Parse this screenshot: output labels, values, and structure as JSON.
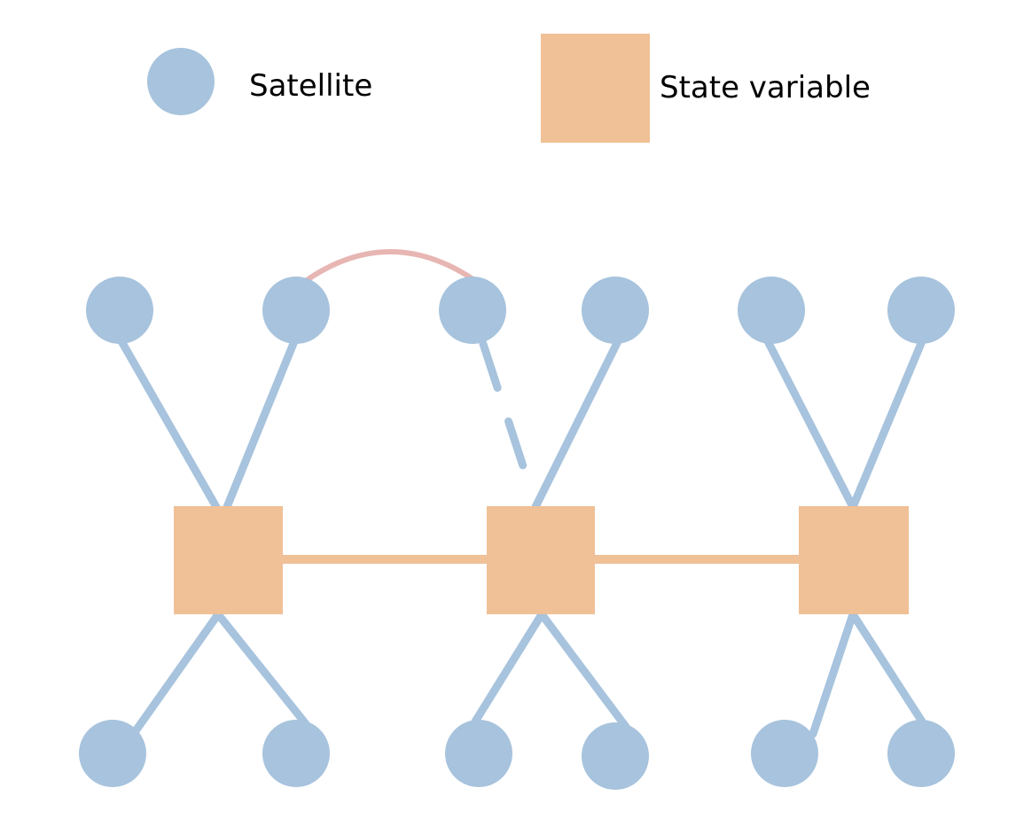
{
  "legend": {
    "satellite_label": "Satellite",
    "state_variable_label": "State variable"
  },
  "colors": {
    "satellite": "#a7c3dd",
    "state_variable": "#f0c096",
    "satellite_link": "#a7c3dd",
    "state_link": "#f0c096",
    "inter_satellite_arc": "#e7b6b3",
    "background": "#ffffff"
  },
  "diagram": {
    "state_variables": [
      "state-1",
      "state-2",
      "state-3"
    ],
    "satellite_count": 12,
    "state_chain": [
      [
        "state-1",
        "state-2"
      ],
      [
        "state-2",
        "state-3"
      ]
    ],
    "satellite_links": [
      {
        "satellite": "sat-top-1",
        "state": "state-1",
        "style": "solid"
      },
      {
        "satellite": "sat-top-2",
        "state": "state-1",
        "style": "solid"
      },
      {
        "satellite": "sat-top-3",
        "state": "state-2",
        "style": "dashed"
      },
      {
        "satellite": "sat-top-4",
        "state": "state-2",
        "style": "solid"
      },
      {
        "satellite": "sat-top-5",
        "state": "state-3",
        "style": "solid"
      },
      {
        "satellite": "sat-top-6",
        "state": "state-3",
        "style": "solid"
      },
      {
        "satellite": "sat-bottom-1",
        "state": "state-1",
        "style": "solid"
      },
      {
        "satellite": "sat-bottom-2",
        "state": "state-1",
        "style": "solid"
      },
      {
        "satellite": "sat-bottom-3",
        "state": "state-2",
        "style": "solid"
      },
      {
        "satellite": "sat-bottom-4",
        "state": "state-2",
        "style": "solid"
      },
      {
        "satellite": "sat-bottom-5",
        "state": "state-3",
        "style": "solid"
      },
      {
        "satellite": "sat-bottom-6",
        "state": "state-3",
        "style": "solid"
      }
    ],
    "satellite_arcs": [
      [
        "sat-top-2",
        "sat-top-3"
      ]
    ]
  }
}
